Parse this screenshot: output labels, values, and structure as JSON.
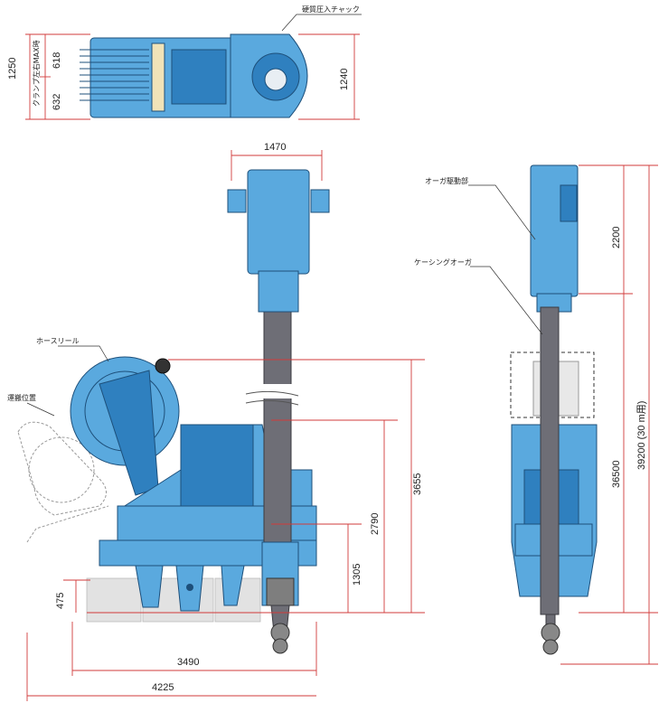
{
  "labels": {
    "hard_press_chuck": "硬質圧入チャック",
    "hose_reel": "ホースリール",
    "transport_position": "運搬位置",
    "auger_drive": "オーガ駆動部",
    "casing_auger": "ケーシングオーガ",
    "clamp_note": "クランプ左右MAX時"
  },
  "dimensions": {
    "top_total_width": "1250",
    "top_upper": "618",
    "top_lower": "632",
    "top_right": "1240",
    "head_width": "1470",
    "height_3655": "3655",
    "height_2790": "2790",
    "height_1305": "1305",
    "ground_475": "475",
    "length_3490": "3490",
    "length_4225": "4225",
    "right_2200": "2200",
    "right_36500": "36500",
    "right_total": "39200 (30 m用)"
  },
  "colors": {
    "machine_blue": "#5aa9de",
    "dimension_red": "#d23b3b",
    "casing_gray": "#6e6e76"
  }
}
